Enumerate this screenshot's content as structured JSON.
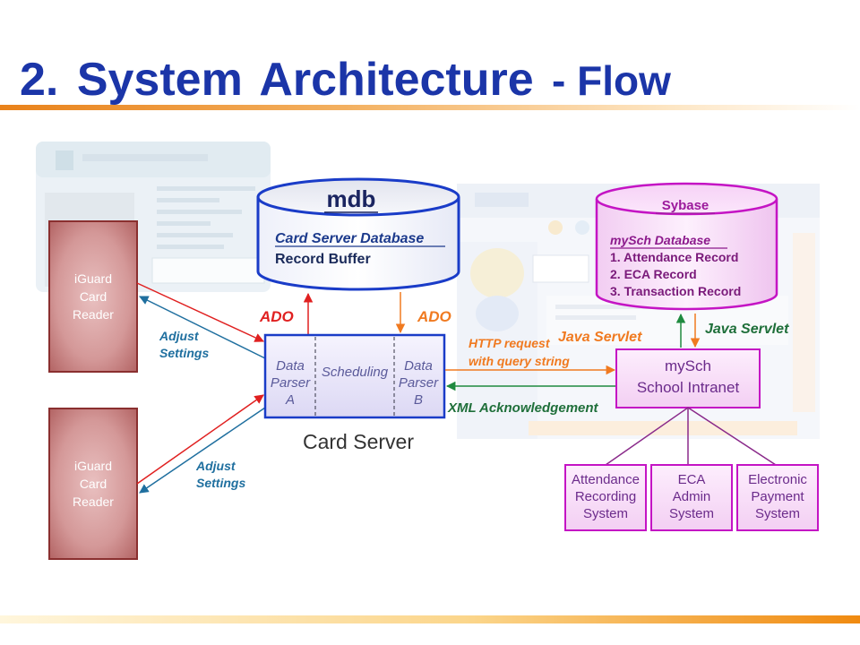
{
  "title": {
    "main": "2. System Architecture",
    "sub": "- Flow"
  },
  "readers": [
    {
      "lines": [
        "iGuard",
        "Card",
        "Reader"
      ]
    },
    {
      "lines": [
        "iGuard",
        "Card",
        "Reader"
      ]
    }
  ],
  "adjust_settings": [
    {
      "lines": [
        "Adjust",
        "Settings"
      ]
    },
    {
      "lines": [
        "Adjust",
        "Settings"
      ]
    }
  ],
  "mdb": {
    "title": "mdb",
    "database": "Card Server Database",
    "buffer": "Record Buffer"
  },
  "ado": {
    "left": "ADO",
    "right": "ADO"
  },
  "card_server": {
    "label": "Card Server",
    "sections": [
      {
        "lines": [
          "Data",
          "Parser",
          "A"
        ]
      },
      {
        "lines": [
          "Scheduling"
        ]
      },
      {
        "lines": [
          "Data",
          "Parser",
          "B"
        ]
      }
    ]
  },
  "http_request": {
    "lines": [
      "HTTP request",
      "with query string"
    ]
  },
  "xml_ack": {
    "label": "XML Acknowledgement"
  },
  "sybase": {
    "title": "Sybase",
    "database": "mySch Database",
    "records": [
      "1. Attendance Record",
      "2. ECA Record",
      "3. Transaction Record"
    ]
  },
  "java_servlet": {
    "left": "Java Servlet",
    "right": "Java Servlet"
  },
  "mysch": {
    "lines": [
      "mySch",
      "School Intranet"
    ]
  },
  "subsystems": [
    {
      "lines": [
        "Attendance",
        "Recording",
        "System"
      ]
    },
    {
      "lines": [
        "ECA",
        "Admin",
        "System"
      ]
    },
    {
      "lines": [
        "Electronic",
        "Payment",
        "System"
      ]
    }
  ],
  "colors": {
    "title": "#1b35a8",
    "card_server_stroke": "#1a3cc8",
    "mysch_stroke": "#c414c4",
    "request": "#f07a20",
    "acknowledgement": "#1f8a3f",
    "settings": "#1f6f9f",
    "ado_red": "#e02020",
    "reader_border": "#8a2f2f"
  }
}
